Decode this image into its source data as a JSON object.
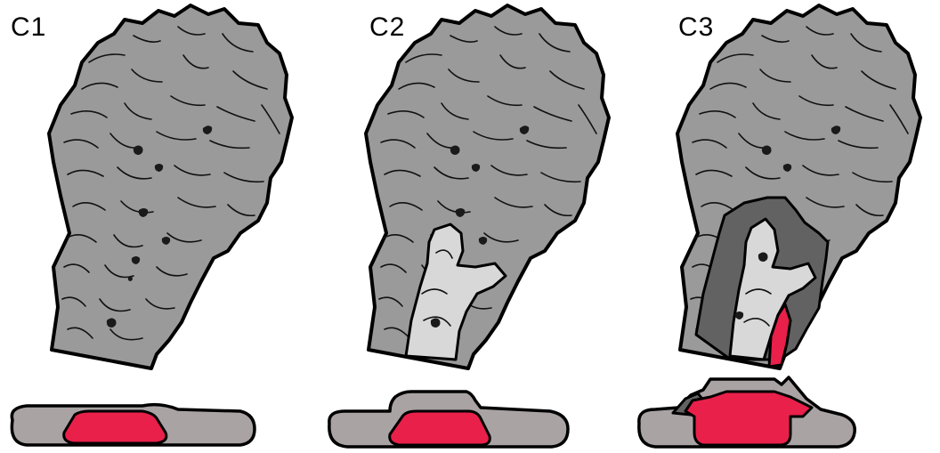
{
  "panels": [
    {
      "label": "C1"
    },
    {
      "label": "C2"
    },
    {
      "label": "C3"
    }
  ],
  "colors": {
    "flow_gray": "#9a9a9a",
    "light_gray": "#d8d8d8",
    "dark_gray": "#626262",
    "red": "#e8204a",
    "base_gray": "#a9a3a3"
  }
}
